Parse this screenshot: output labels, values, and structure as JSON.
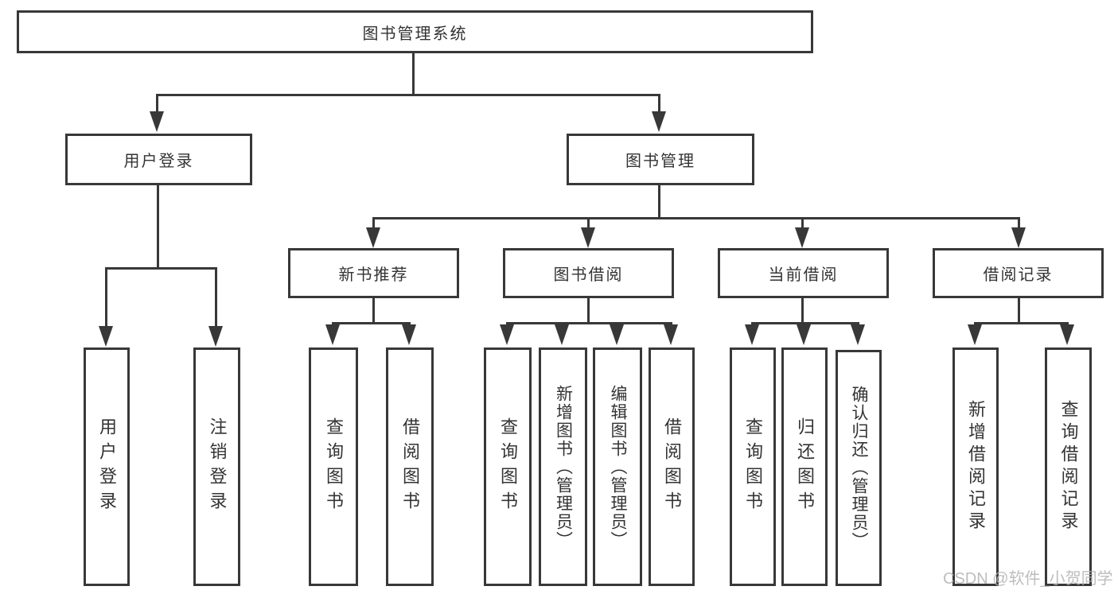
{
  "root": {
    "label": "图书管理系统"
  },
  "branches": [
    {
      "label": "用户登录",
      "children": [
        {
          "label": "用户登录"
        },
        {
          "label": "注销登录"
        }
      ]
    },
    {
      "label": "图书管理",
      "children": [
        {
          "label": "新书推荐",
          "children": [
            {
              "label": "查询图书"
            },
            {
              "label": "借阅图书"
            }
          ]
        },
        {
          "label": "图书借阅",
          "children": [
            {
              "label": "查询图书"
            },
            {
              "label": "新增图书（管理员）"
            },
            {
              "label": "编辑图书（管理员）"
            },
            {
              "label": "借阅图书"
            }
          ]
        },
        {
          "label": "当前借阅",
          "children": [
            {
              "label": "查询图书"
            },
            {
              "label": "归还图书"
            },
            {
              "label": "确认归还（管理员）"
            }
          ]
        },
        {
          "label": "借阅记录",
          "children": [
            {
              "label": "新增借阅记录"
            },
            {
              "label": "查询借阅记录"
            }
          ]
        }
      ]
    }
  ],
  "watermark": "CSDN @软件_小贺同学",
  "colors": {
    "line": "#383838",
    "text": "#333333",
    "background": "#ffffff",
    "watermark": "#b2b2b2"
  }
}
